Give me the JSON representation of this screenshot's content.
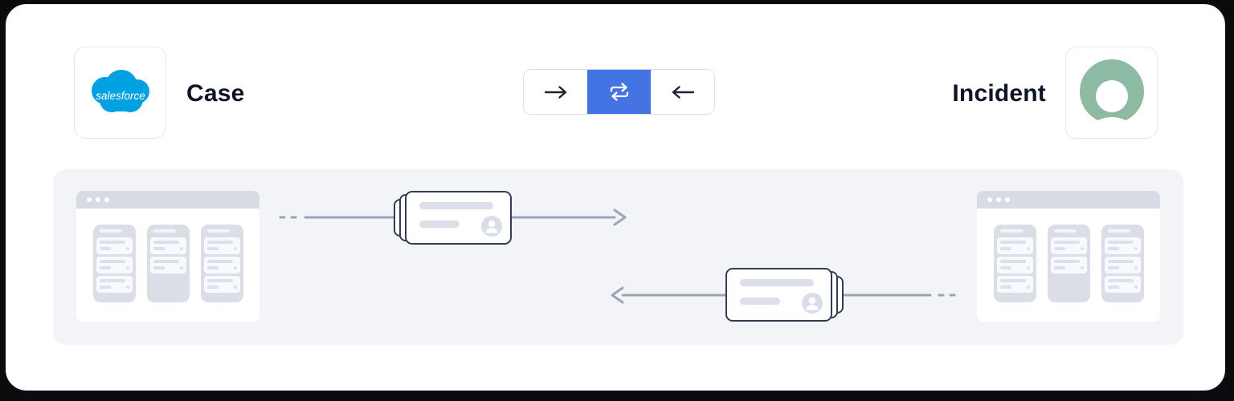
{
  "theme": {
    "accent_blue": "#4473E4",
    "salesforce_blue": "#00A1E0",
    "servicenow_green": "#8CBAA3",
    "flow_line": "#9AA6B8",
    "card_border": "#323D55",
    "panel_bg": "#F2F4F8",
    "mockup_gray": "#D8DBE4",
    "bar_gray": "#DCE0EA",
    "text_dark": "#0D1423",
    "box_border": "#E3E8F0"
  },
  "source": {
    "app": "Salesforce",
    "object_label": "Case",
    "logo_text": "salesforce",
    "logo_icon": "salesforce-cloud-icon"
  },
  "target": {
    "app": "ServiceNow",
    "object_label": "Incident",
    "logo_icon": "servicenow-ring-icon"
  },
  "direction_toggle": {
    "options": [
      {
        "id": "left-to-right",
        "icon": "arrow-right-icon",
        "selected": false
      },
      {
        "id": "bidirectional",
        "icon": "sync-arrows-icon",
        "selected": true
      },
      {
        "id": "right-to-left",
        "icon": "arrow-left-icon",
        "selected": false
      }
    ],
    "selected_id": "bidirectional"
  },
  "diagram": {
    "boards": [
      {
        "side": "left",
        "window_dots": 3,
        "columns": [
          3,
          2,
          3
        ]
      },
      {
        "side": "right",
        "window_dots": 3,
        "columns": [
          3,
          2,
          3
        ]
      }
    ],
    "flows": [
      {
        "direction": "right",
        "record_icon": "record-card-with-avatar"
      },
      {
        "direction": "left",
        "record_icon": "record-card-with-avatar"
      }
    ]
  }
}
